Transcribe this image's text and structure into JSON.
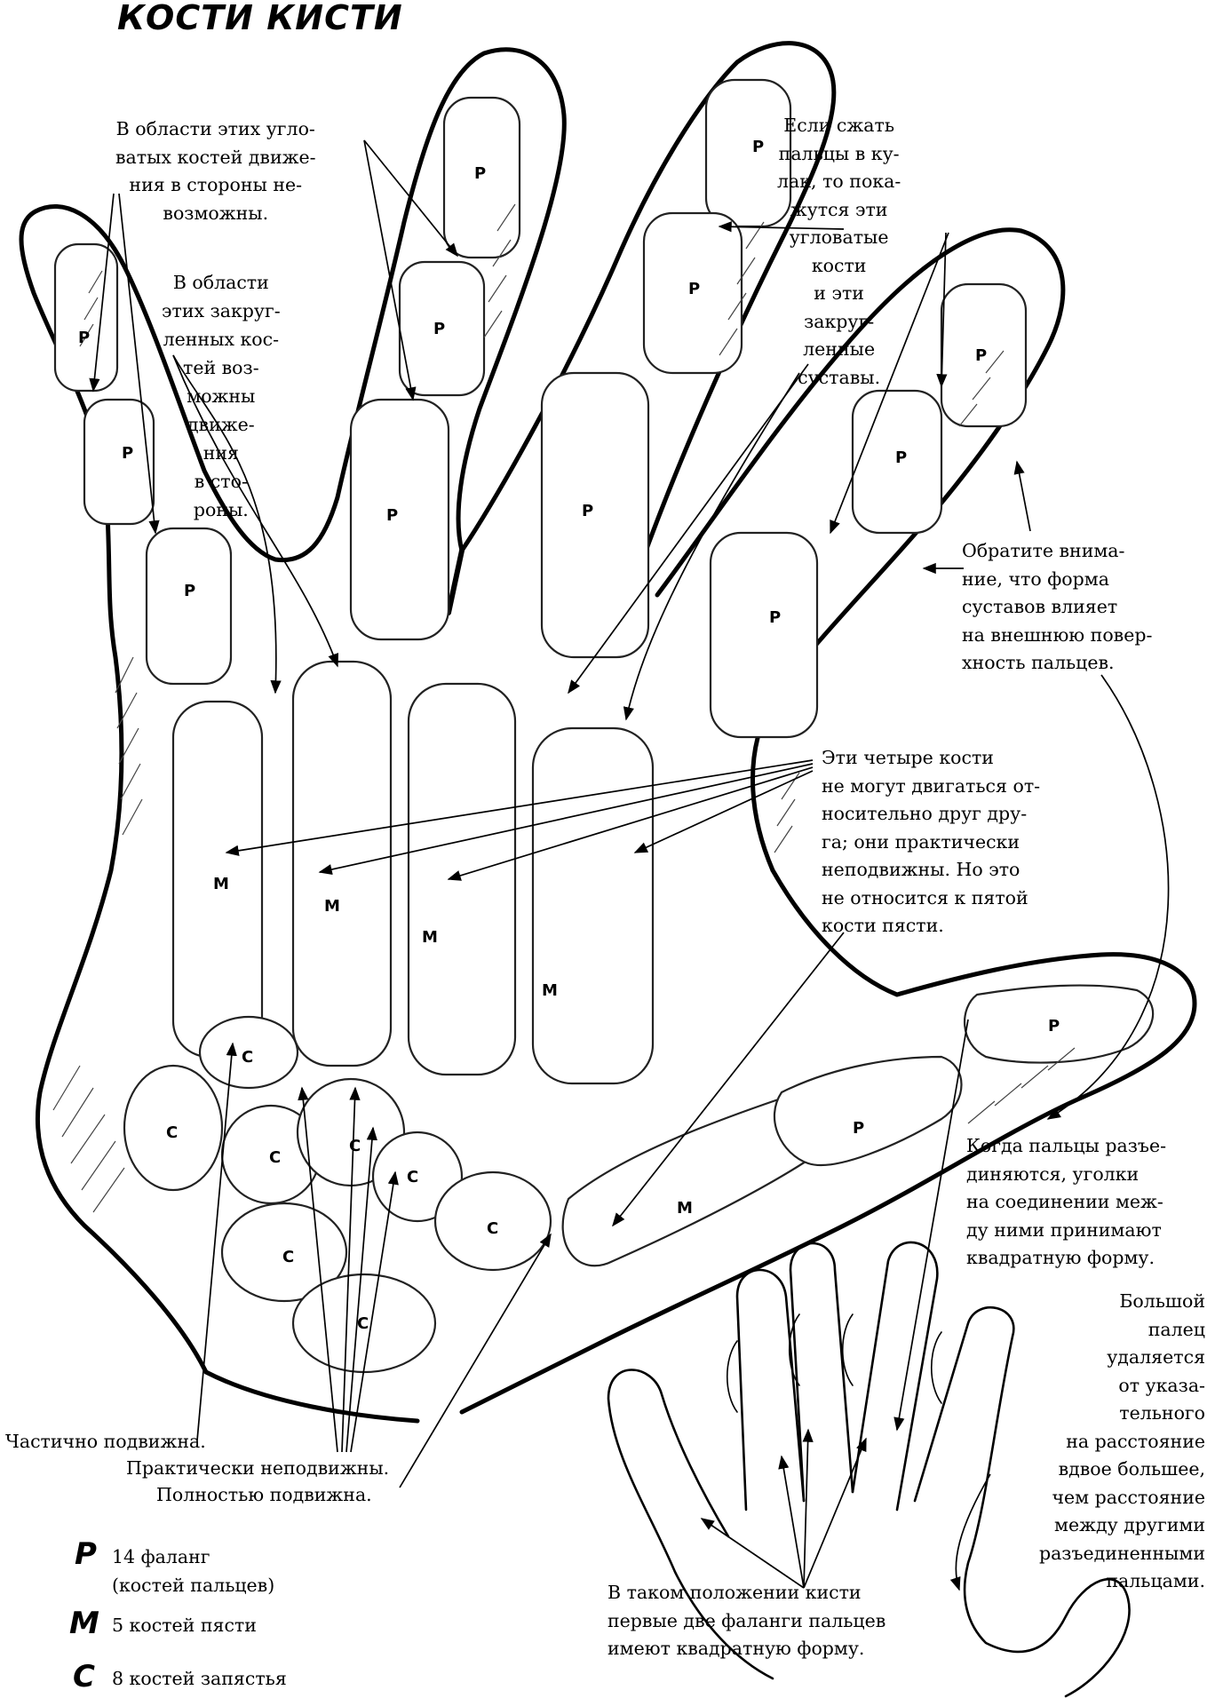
{
  "title": "КОСТИ КИСТИ",
  "bone_letters": {
    "phalanx": "P",
    "metacarpal": "M",
    "carpal": "C"
  },
  "notes": {
    "angular_joints": "В области этих угло-\nватых костей движе-\nния в стороны не-\nвозможны.",
    "rounded_joints": "В области\nэтих закруг-\nленных кос-\nтей воз-\nможны\nдвиже-\nния\nв сто-\nроны.",
    "fist": "Если сжать\nпальцы в ку-\nлак, то пока-\nжутся эти\nугловатые\nкости\nи эти\nзакруг-\nленные\nсуставы.",
    "surface": "Обратите внима-\nние, что форма\nсуставов влияет\nна внешнюю повер-\nхность пальцев.",
    "four_bones": "Эти четыре кости\nне могут двигаться от-\nносительно друг дру-\nга; они практически\nнеподвижны. Но это\nне относится к пятой\nкости пясти.",
    "spread": "Когда пальцы разъе-\nдиняются, уголки\nна соединении меж-\nду ними принимают\nквадратную форму.",
    "thumb_distance": "Большой\nпалец\nудаляется\nот указа-\nтельного\nна расстояние\nвдвое большее,\nчем расстояние\nмежду другими\nразъединенными\nпальцами.",
    "square_phalanges": "В таком положении кисти\nпервые две фаланги пальцев\nимеют квадратную форму.",
    "partly_mobile": "Частично подвижна.",
    "practically_fixed": "Практически неподвижны.",
    "fully_mobile": "Полностью подвижна."
  },
  "legend": [
    {
      "symbol": "P",
      "text": "14 фаланг\n(костей пальцев)"
    },
    {
      "symbol": "M",
      "text": "5 костей пясти"
    },
    {
      "symbol": "C",
      "text": "8 костей запястья"
    }
  ]
}
